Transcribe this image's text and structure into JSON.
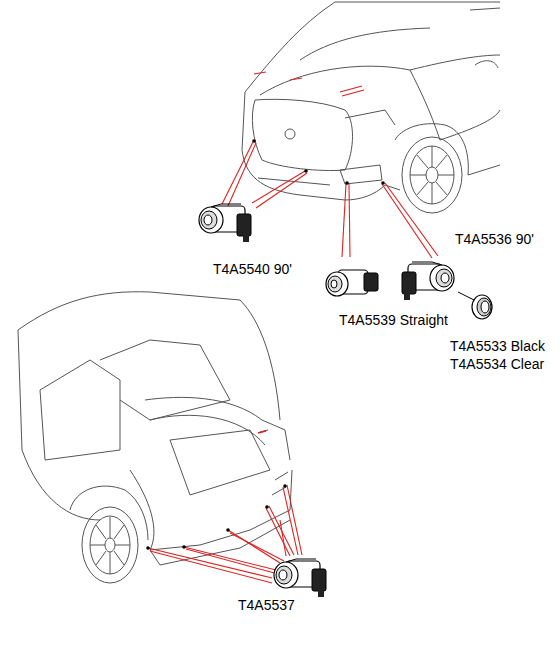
{
  "diagram": {
    "labels": [
      "T4A5540 90'",
      "T4A5539 Straight",
      "T4A5536 90'",
      "T4A5533 Black",
      "T4A5534 Clear",
      "T4A5537"
    ]
  }
}
